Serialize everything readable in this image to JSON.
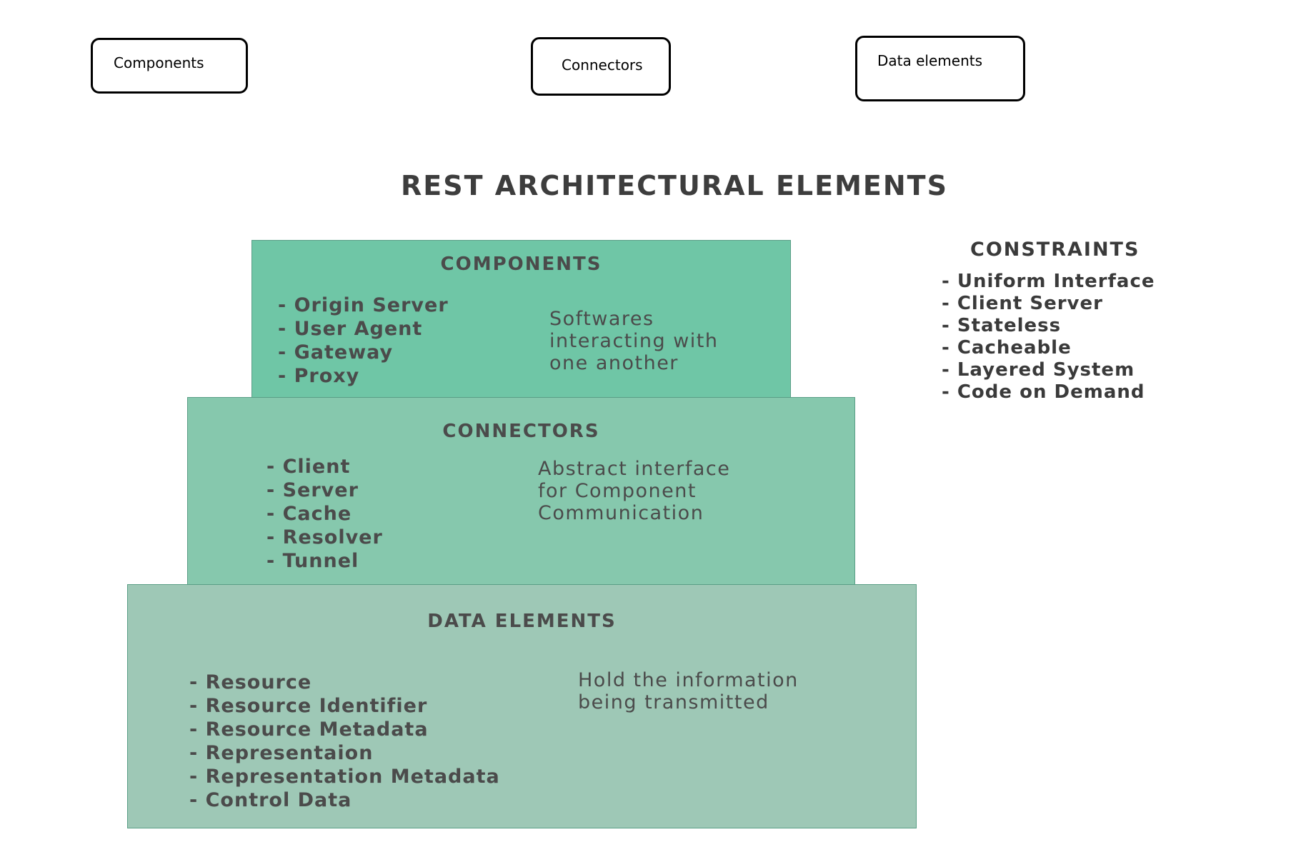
{
  "legend_boxes": [
    {
      "label": "Components"
    },
    {
      "label": "Connectors"
    },
    {
      "label": "Data elements"
    }
  ],
  "title": "REST ARCHITECTURAL ELEMENTS",
  "tiers": [
    {
      "heading": "COMPONENTS",
      "items": [
        "- Origin Server",
        "- User Agent",
        "- Gateway",
        "- Proxy"
      ],
      "description": "Softwares\ninteracting with\none another",
      "color": "#6fc6a6"
    },
    {
      "heading": "CONNECTORS",
      "items": [
        "- Client",
        "- Server",
        "- Cache",
        "- Resolver",
        "- Tunnel"
      ],
      "description": "Abstract interface\nfor Component\nCommunication",
      "color": "#86c8ad"
    },
    {
      "heading": "DATA ELEMENTS",
      "items": [
        "- Resource",
        "- Resource Identifier",
        "- Resource Metadata",
        "- Representaion",
        "- Representation Metadata",
        "- Control Data"
      ],
      "description": "Hold the information\nbeing transmitted",
      "color": "#9ec8b6"
    }
  ],
  "constraints": {
    "heading": "CONSTRAINTS",
    "items": [
      "- Uniform Interface",
      "- Client Server",
      "- Stateless",
      "- Cacheable",
      "- Layered System",
      "- Code on Demand"
    ]
  }
}
